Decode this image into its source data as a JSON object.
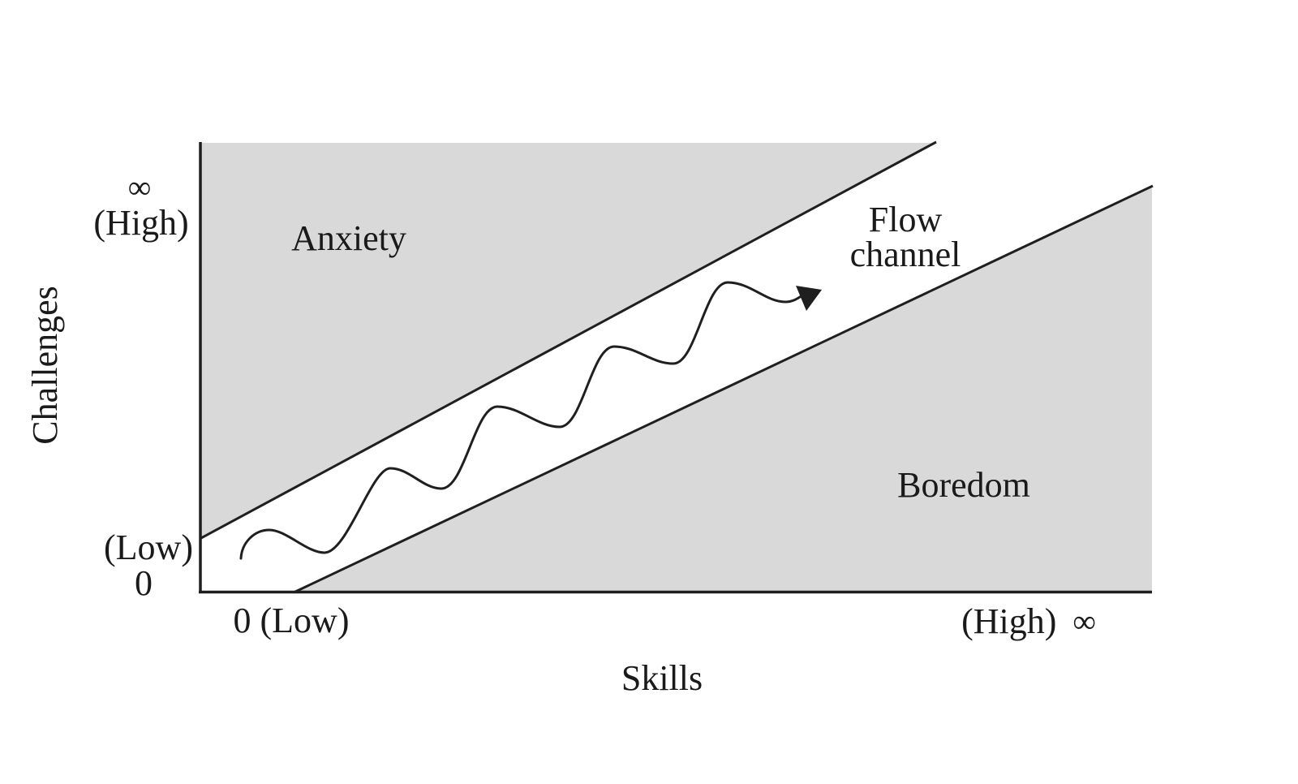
{
  "diagram": {
    "y_axis": {
      "infinity_symbol": "∞",
      "high_label": "(High)",
      "axis_label": "Challenges",
      "low_label": "(Low)",
      "zero_label": "0"
    },
    "x_axis": {
      "zero_low_label": "0 (Low)",
      "high_label": "(High)",
      "infinity_symbol": "∞",
      "axis_label": "Skills"
    },
    "regions": {
      "anxiety_label": "Anxiety",
      "flow_label_line1": "Flow",
      "flow_label_line2": "channel",
      "boredom_label": "Boredom"
    },
    "colors": {
      "region_fill": "#d9d9d9",
      "line": "#1f1f1f",
      "text": "#1a1a1a",
      "background": "#ffffff"
    }
  }
}
